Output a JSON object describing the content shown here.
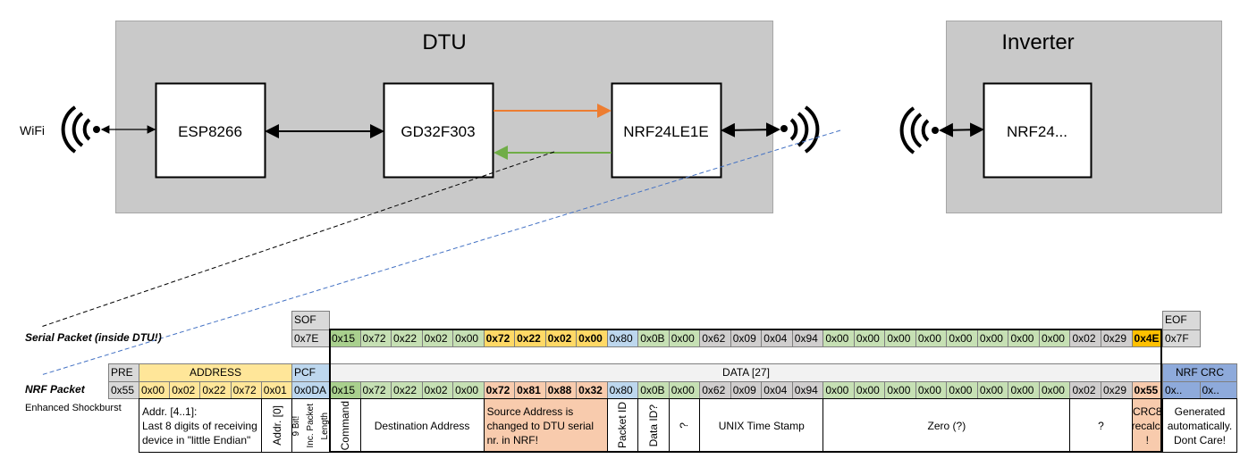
{
  "diagram": {
    "wifi_label": "WiFi",
    "dtu": {
      "title": "DTU",
      "esp": "ESP8266",
      "gd": "GD32F303",
      "nrf": "NRF24LE1E"
    },
    "inverter": {
      "title": "Inverter",
      "nrf": "NRF24..."
    },
    "colors": {
      "orange_arrow": "#ed7d31",
      "green_arrow": "#70ad47",
      "box_fill": "#c9c9c9",
      "blue_dash": "#4472c4"
    }
  },
  "palette": {
    "cmd": "#a9d08e",
    "green": "#c6e0b4",
    "yellow": "#ffd966",
    "blue": "#bdd7ee",
    "gray": "#d0cece",
    "crcs": "#ffc000",
    "salmon": "#f8cbad",
    "frame": "#d9d9d9",
    "addr": "#ffe699",
    "pcf": "#bdd7ee",
    "nrfcrc": "#8eaadb",
    "datahdr": "#f2f2f2"
  },
  "serial": {
    "label": "Serial Packet (inside DTU!)",
    "sof_label": "SOF",
    "sof_value": "0x7E",
    "eof_label": "EOF",
    "eof_value": "0x7F",
    "data": [
      {
        "v": "0x15",
        "c": "cmd"
      },
      {
        "v": "0x72",
        "c": "green"
      },
      {
        "v": "0x22",
        "c": "green"
      },
      {
        "v": "0x02",
        "c": "green"
      },
      {
        "v": "0x00",
        "c": "green"
      },
      {
        "v": "0x72",
        "c": "yellow",
        "b": true
      },
      {
        "v": "0x22",
        "c": "yellow",
        "b": true
      },
      {
        "v": "0x02",
        "c": "yellow",
        "b": true
      },
      {
        "v": "0x00",
        "c": "yellow",
        "b": true
      },
      {
        "v": "0x80",
        "c": "blue"
      },
      {
        "v": "0x0B",
        "c": "green"
      },
      {
        "v": "0x00",
        "c": "green"
      },
      {
        "v": "0x62",
        "c": "gray"
      },
      {
        "v": "0x09",
        "c": "gray"
      },
      {
        "v": "0x04",
        "c": "gray"
      },
      {
        "v": "0x94",
        "c": "gray"
      },
      {
        "v": "0x00",
        "c": "green"
      },
      {
        "v": "0x00",
        "c": "green"
      },
      {
        "v": "0x00",
        "c": "green"
      },
      {
        "v": "0x00",
        "c": "green"
      },
      {
        "v": "0x00",
        "c": "green"
      },
      {
        "v": "0x00",
        "c": "green"
      },
      {
        "v": "0x00",
        "c": "green"
      },
      {
        "v": "0x00",
        "c": "green"
      },
      {
        "v": "0x02",
        "c": "gray"
      },
      {
        "v": "0x29",
        "c": "gray"
      },
      {
        "v": "0x4E",
        "c": "crcs",
        "b": true
      }
    ]
  },
  "nrf": {
    "label": "NRF Packet",
    "sublabel": "Enhanced Shockburst",
    "pre_label": "PRE",
    "pre_value": "0x55",
    "address_label": "ADDRESS",
    "address_values": [
      "0x00",
      "0x02",
      "0x22",
      "0x72",
      "0x01"
    ],
    "pcf_label": "PCF",
    "pcf_value": "0x0DA",
    "data_label": "DATA [27]",
    "crc_label": "NRF CRC",
    "crc_values": [
      "0x..",
      "0x.."
    ],
    "data": [
      {
        "v": "0x15",
        "c": "cmd"
      },
      {
        "v": "0x72",
        "c": "green"
      },
      {
        "v": "0x22",
        "c": "green"
      },
      {
        "v": "0x02",
        "c": "green"
      },
      {
        "v": "0x00",
        "c": "green"
      },
      {
        "v": "0x72",
        "c": "salmon",
        "b": true
      },
      {
        "v": "0x81",
        "c": "salmon",
        "b": true
      },
      {
        "v": "0x88",
        "c": "salmon",
        "b": true
      },
      {
        "v": "0x32",
        "c": "salmon",
        "b": true
      },
      {
        "v": "0x80",
        "c": "blue"
      },
      {
        "v": "0x0B",
        "c": "green"
      },
      {
        "v": "0x00",
        "c": "green"
      },
      {
        "v": "0x62",
        "c": "gray"
      },
      {
        "v": "0x09",
        "c": "gray"
      },
      {
        "v": "0x04",
        "c": "gray"
      },
      {
        "v": "0x94",
        "c": "gray"
      },
      {
        "v": "0x00",
        "c": "green"
      },
      {
        "v": "0x00",
        "c": "green"
      },
      {
        "v": "0x00",
        "c": "green"
      },
      {
        "v": "0x00",
        "c": "green"
      },
      {
        "v": "0x00",
        "c": "green"
      },
      {
        "v": "0x00",
        "c": "green"
      },
      {
        "v": "0x00",
        "c": "green"
      },
      {
        "v": "0x00",
        "c": "green"
      },
      {
        "v": "0x02",
        "c": "gray"
      },
      {
        "v": "0x29",
        "c": "gray"
      },
      {
        "v": "0x55",
        "c": "salmon",
        "b": true
      }
    ],
    "addr_desc": [
      "Addr. [4..1]:",
      "Last 8 digits of receiving",
      "device in \"little Endian\""
    ],
    "addr0_desc": "Addr. [0]",
    "pcf_desc": [
      "9 Bit!",
      "Inc. Packet",
      "Length"
    ],
    "data_desc": [
      {
        "from": 0,
        "to": 0,
        "t": "Command",
        "rot": true
      },
      {
        "from": 1,
        "to": 4,
        "t": "Destination Address"
      },
      {
        "from": 5,
        "to": 8,
        "t": "Source Address is changed to DTU serial nr. in NRF!",
        "c": "salmon",
        "left": true
      },
      {
        "from": 9,
        "to": 9,
        "t": "Packet ID",
        "rot": true
      },
      {
        "from": 10,
        "to": 10,
        "t": "Data ID?",
        "rot": true
      },
      {
        "from": 11,
        "to": 11,
        "t": "?",
        "rot": true
      },
      {
        "from": 12,
        "to": 15,
        "t": "UNIX Time Stamp"
      },
      {
        "from": 16,
        "to": 23,
        "t": "Zero (?)"
      },
      {
        "from": 24,
        "to": 25,
        "t": "?"
      },
      {
        "from": 26,
        "to": 26,
        "t": "CRC8 recalc. !",
        "c": "salmon"
      }
    ],
    "crc_desc": "Generated automatically. Dont Care!"
  }
}
